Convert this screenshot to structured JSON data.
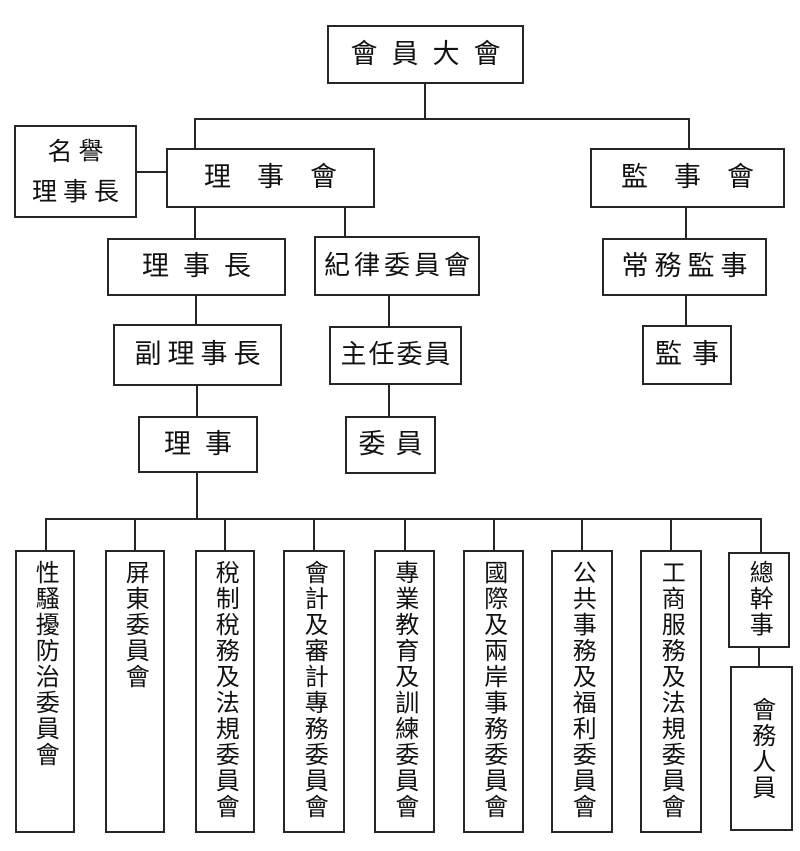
{
  "page": {
    "background": "#ffffff"
  },
  "colors": {
    "line": "#262626",
    "text": "#111111",
    "box_fill": "#ffffff"
  },
  "org": {
    "assembly": "會員大會",
    "honorary": {
      "line1": "名譽",
      "line2": "理事長"
    },
    "directors": {
      "board": "理事會",
      "chairman": "理事長",
      "vice_chairman": "副理事長",
      "director": "理事",
      "discipline_committee": "紀律委員會",
      "chief_commissioner": "主任委員",
      "commissioner": "委員"
    },
    "supervisors": {
      "board": "監事會",
      "standing_supervisor": "常務監事",
      "supervisor": "監事"
    },
    "committees": [
      {
        "label": "性騷擾防治委員會"
      },
      {
        "label": "屏東委員會"
      },
      {
        "label": "稅制稅務及法規委員會"
      },
      {
        "label": "會計及審計專務委員會"
      },
      {
        "label": "專業教育及訓練委員會"
      },
      {
        "label": "國際及兩岸事務委員會"
      },
      {
        "label": "公共事務及福利委員會"
      },
      {
        "label": "工商服務及法規委員會"
      }
    ],
    "secretariat": {
      "secretary_general": "總幹事",
      "staff": "會務人員"
    }
  }
}
